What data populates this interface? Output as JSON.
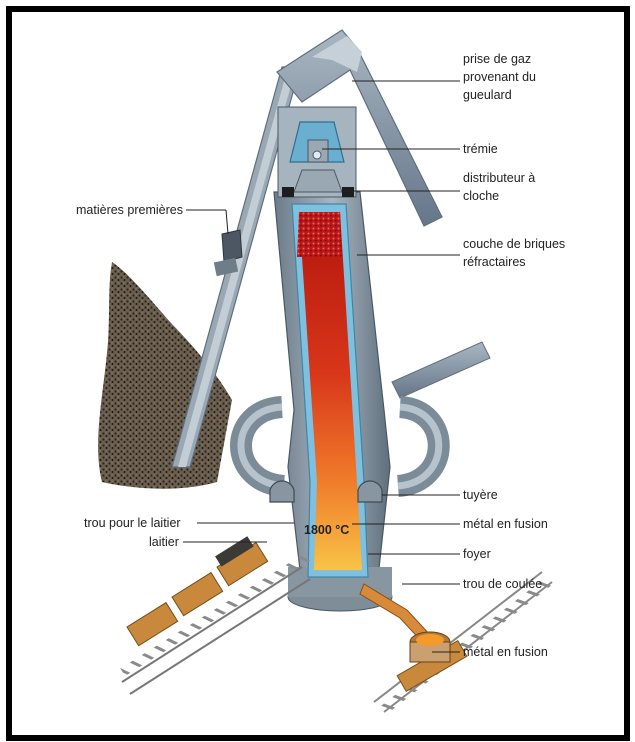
{
  "labels": {
    "prise_gaz_1": "prise de gaz",
    "prise_gaz_2": "provenant du",
    "prise_gaz_3": "gueulard",
    "tremie": "trémie",
    "distributeur_1": "distributeur à",
    "distributeur_2": "cloche",
    "briques_1": "couche de briques",
    "briques_2": "réfractaires",
    "matieres": "matières premières",
    "tuyere": "tuyère",
    "metal_fusion_top": "métal en fusion",
    "foyer": "foyer",
    "trou_coulee": "trou de coulée",
    "metal_fusion_bottom": "métal en fusion",
    "trou_laitier": "trou pour le laitier",
    "laitier": "laitier",
    "temperature": "1800 °C"
  },
  "colors": {
    "frame": "#000000",
    "steel": "#8b9aa6",
    "steel_dark": "#5f6f7c",
    "lining": "#6fb7d8",
    "molten_top": "#c81e10",
    "molten_bottom": "#f6b030",
    "wood": "#c8893c"
  }
}
